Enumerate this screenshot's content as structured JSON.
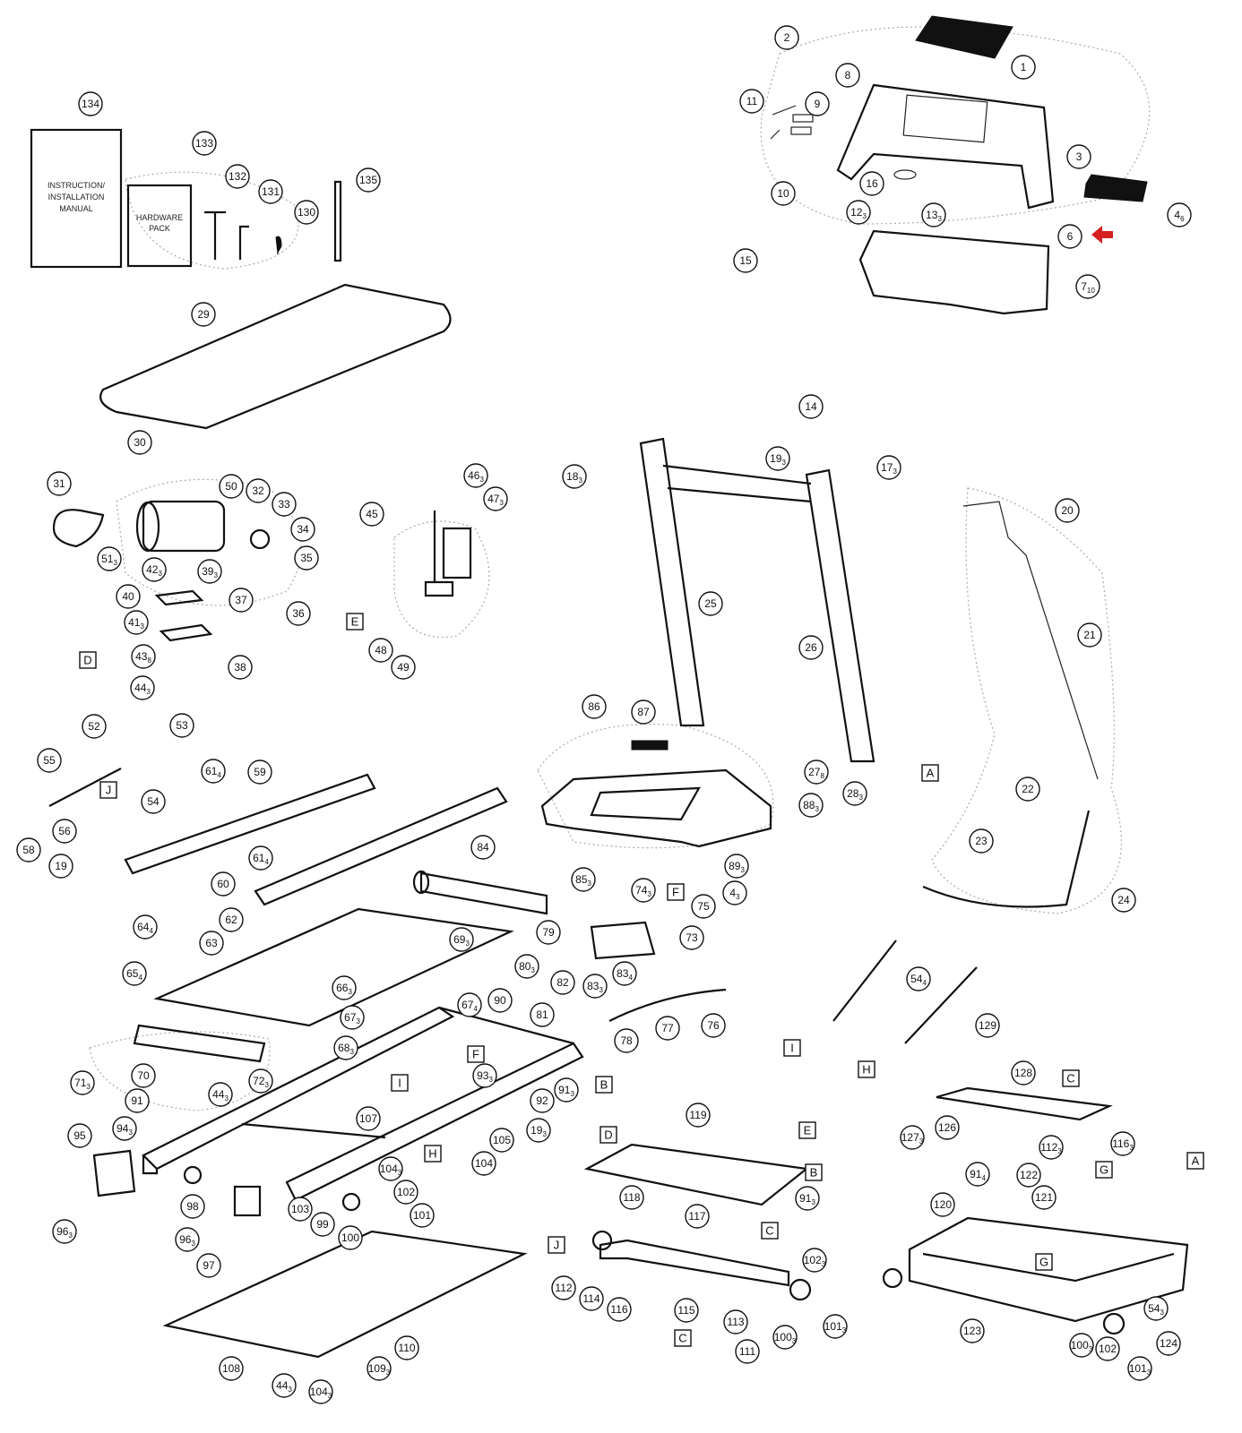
{
  "diagram": {
    "manual_box": {
      "line1": "INSTRUCTION/",
      "line2": "INSTALLATION",
      "line3": "MANUAL"
    },
    "hardware_box": {
      "line1": "HARDWARE",
      "line2": "PACK"
    },
    "highlight_arrow_color": "#d42020",
    "callouts": [
      {
        "n": "1"
      },
      {
        "n": "2"
      },
      {
        "n": "3"
      },
      {
        "n": "4",
        "q": "6"
      },
      {
        "n": "6"
      },
      {
        "n": "7",
        "q": "10"
      },
      {
        "n": "8"
      },
      {
        "n": "9"
      },
      {
        "n": "10"
      },
      {
        "n": "11"
      },
      {
        "n": "12",
        "q": "3"
      },
      {
        "n": "13",
        "q": "3"
      },
      {
        "n": "15"
      },
      {
        "n": "16"
      },
      {
        "n": "134"
      },
      {
        "n": "133"
      },
      {
        "n": "132"
      },
      {
        "n": "131"
      },
      {
        "n": "130"
      },
      {
        "n": "135"
      },
      {
        "n": "29"
      },
      {
        "n": "30"
      },
      {
        "n": "31"
      },
      {
        "n": "50"
      },
      {
        "n": "32"
      },
      {
        "n": "33"
      },
      {
        "n": "34"
      },
      {
        "n": "35"
      },
      {
        "n": "51",
        "q": "3"
      },
      {
        "n": "42",
        "q": "3"
      },
      {
        "n": "39",
        "q": "3"
      },
      {
        "n": "37"
      },
      {
        "n": "40"
      },
      {
        "n": "41",
        "q": "3"
      },
      {
        "n": "36"
      },
      {
        "n": "38"
      },
      {
        "n": "43",
        "q": "8"
      },
      {
        "n": "44",
        "q": "3"
      },
      {
        "n": "45"
      },
      {
        "n": "46",
        "q": "3"
      },
      {
        "n": "47",
        "q": "3"
      },
      {
        "n": "48"
      },
      {
        "n": "49"
      },
      {
        "n": "14"
      },
      {
        "n": "19",
        "q": "3"
      },
      {
        "n": "17",
        "q": "3"
      },
      {
        "n": "18",
        "q": "3"
      },
      {
        "n": "20"
      },
      {
        "n": "21"
      },
      {
        "n": "22"
      },
      {
        "n": "23"
      },
      {
        "n": "24"
      },
      {
        "n": "25"
      },
      {
        "n": "26"
      },
      {
        "n": "27",
        "q": "8"
      },
      {
        "n": "28",
        "q": "3"
      },
      {
        "n": "86"
      },
      {
        "n": "87"
      },
      {
        "n": "88",
        "q": "3"
      },
      {
        "n": "89",
        "q": "3"
      },
      {
        "n": "4",
        "q": "3"
      },
      {
        "n": "52"
      },
      {
        "n": "53"
      },
      {
        "n": "54"
      },
      {
        "n": "55"
      },
      {
        "n": "56"
      },
      {
        "n": "58"
      },
      {
        "n": "19"
      },
      {
        "n": "61",
        "q": "4"
      },
      {
        "n": "59"
      },
      {
        "n": "61",
        "q": "4"
      },
      {
        "n": "60"
      },
      {
        "n": "84"
      },
      {
        "n": "85",
        "q": "3"
      },
      {
        "n": "74",
        "q": "3"
      },
      {
        "n": "75"
      },
      {
        "n": "73"
      },
      {
        "n": "79"
      },
      {
        "n": "80",
        "q": "3"
      },
      {
        "n": "82"
      },
      {
        "n": "83",
        "q": "3"
      },
      {
        "n": "83",
        "q": "4"
      },
      {
        "n": "81"
      },
      {
        "n": "78"
      },
      {
        "n": "77"
      },
      {
        "n": "76"
      },
      {
        "n": "62"
      },
      {
        "n": "63"
      },
      {
        "n": "64",
        "q": "4"
      },
      {
        "n": "65",
        "q": "4"
      },
      {
        "n": "66",
        "q": "3"
      },
      {
        "n": "67",
        "q": "3"
      },
      {
        "n": "68",
        "q": "3"
      },
      {
        "n": "69",
        "q": "3"
      },
      {
        "n": "67",
        "q": "4"
      },
      {
        "n": "90"
      },
      {
        "n": "93",
        "q": "3"
      },
      {
        "n": "92"
      },
      {
        "n": "91",
        "q": "3"
      },
      {
        "n": "19",
        "q": "3"
      },
      {
        "n": "105"
      },
      {
        "n": "104"
      },
      {
        "n": "107"
      },
      {
        "n": "70"
      },
      {
        "n": "71",
        "q": "3"
      },
      {
        "n": "72",
        "q": "3"
      },
      {
        "n": "44",
        "q": "3"
      },
      {
        "n": "91"
      },
      {
        "n": "94",
        "q": "3"
      },
      {
        "n": "95"
      },
      {
        "n": "96",
        "q": "3"
      },
      {
        "n": "98"
      },
      {
        "n": "96",
        "q": "3"
      },
      {
        "n": "97"
      },
      {
        "n": "104",
        "q": "3"
      },
      {
        "n": "102"
      },
      {
        "n": "101"
      },
      {
        "n": "103"
      },
      {
        "n": "99"
      },
      {
        "n": "100"
      },
      {
        "n": "108"
      },
      {
        "n": "44",
        "q": "3"
      },
      {
        "n": "104",
        "q": "3"
      },
      {
        "n": "109",
        "q": "3"
      },
      {
        "n": "110"
      },
      {
        "n": "119"
      },
      {
        "n": "118"
      },
      {
        "n": "117"
      },
      {
        "n": "91",
        "q": "3"
      },
      {
        "n": "112"
      },
      {
        "n": "114"
      },
      {
        "n": "116"
      },
      {
        "n": "115"
      },
      {
        "n": "113"
      },
      {
        "n": "111"
      },
      {
        "n": "100",
        "q": "3"
      },
      {
        "n": "102",
        "q": "3"
      },
      {
        "n": "101",
        "q": "3"
      },
      {
        "n": "54",
        "q": "4"
      },
      {
        "n": "129"
      },
      {
        "n": "128"
      },
      {
        "n": "127",
        "q": "3"
      },
      {
        "n": "126"
      },
      {
        "n": "112",
        "q": "3"
      },
      {
        "n": "116",
        "q": "3"
      },
      {
        "n": "91",
        "q": "4"
      },
      {
        "n": "122"
      },
      {
        "n": "121"
      },
      {
        "n": "120"
      },
      {
        "n": "123"
      },
      {
        "n": "54",
        "q": "3"
      },
      {
        "n": "124"
      },
      {
        "n": "100",
        "q": "3"
      },
      {
        "n": "102"
      },
      {
        "n": "101",
        "q": "3"
      }
    ],
    "connector_labels": [
      "D",
      "E",
      "J",
      "A",
      "F",
      "F",
      "I",
      "B",
      "H",
      "I",
      "H",
      "C",
      "G",
      "E",
      "D",
      "B",
      "C",
      "J",
      "C",
      "A",
      "G"
    ]
  }
}
